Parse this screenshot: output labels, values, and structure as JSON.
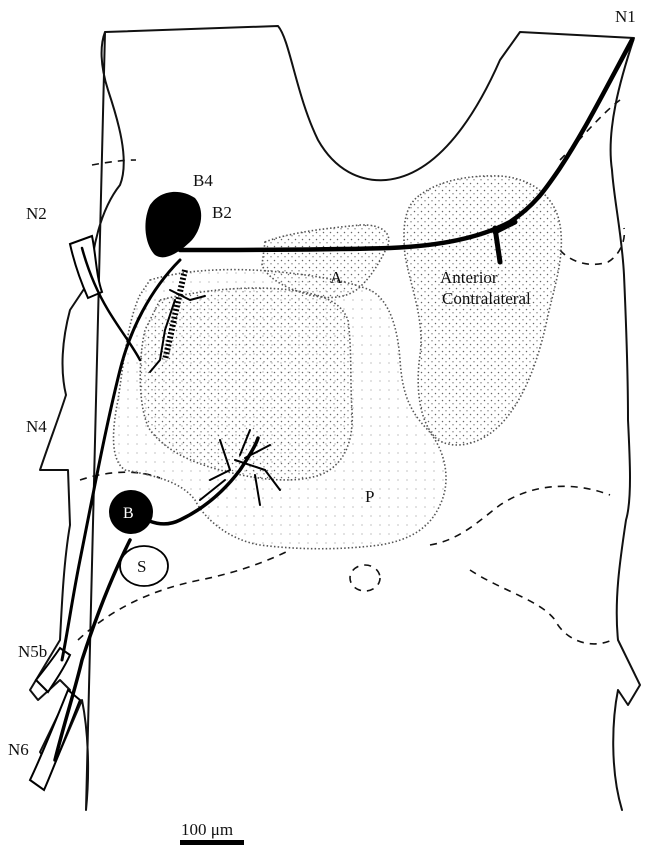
{
  "labels": {
    "n1": "N1",
    "n2": "N2",
    "n4": "N4",
    "n5b": "N5b",
    "n6": "N6",
    "b4": "B4",
    "b2": "B2",
    "region_a": "A",
    "region_p": "P",
    "anterior": "Anterior",
    "contralateral": "Contralateral",
    "soma_s": "S",
    "soma_other": "B"
  },
  "scale_bar": {
    "label": "100 μm"
  },
  "colors": {
    "ink": "#000000",
    "stipple": "#555555",
    "background": "#ffffff"
  }
}
